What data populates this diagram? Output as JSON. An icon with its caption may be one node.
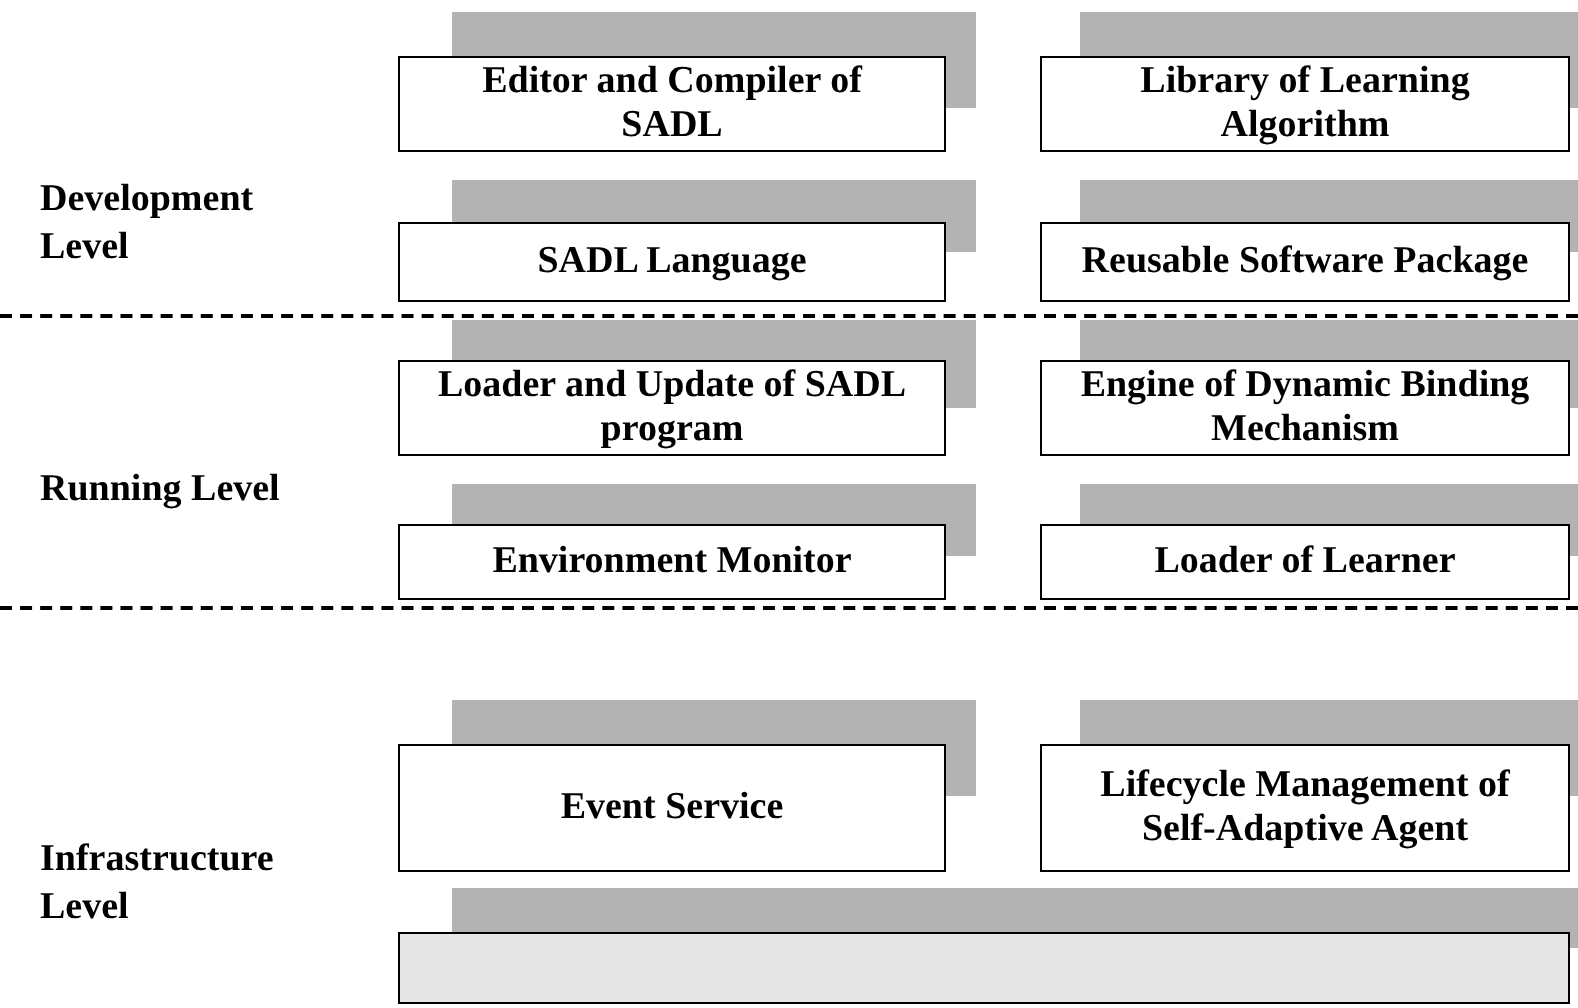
{
  "diagram": {
    "nodes": [
      {
        "text": [
          "Editor and Compiler of SADL"
        ]
      },
      {
        "text": [
          "Library of Learning Algorithm"
        ]
      },
      {
        "text": [
          "SADL Language"
        ]
      },
      {
        "text": [
          "Reusable Software Package"
        ]
      },
      {
        "text": [
          "Loader and Update of SADL program"
        ]
      },
      {
        "text": [
          "Engine of Dynamic Binding Mechanism"
        ]
      },
      {
        "text": [
          "Environment Monitor"
        ]
      },
      {
        "text": [
          "Loader of Learner"
        ]
      },
      {
        "text": [
          "Event Service"
        ]
      },
      {
        "text": [
          "Lifecycle Management of Self-Adaptive Agent"
        ]
      },
      {
        "text": [],
        "shape": "box"
      }
    ],
    "labels": [
      "Development Level",
      "Running Level",
      "Infrastructure Level"
    ]
  }
}
